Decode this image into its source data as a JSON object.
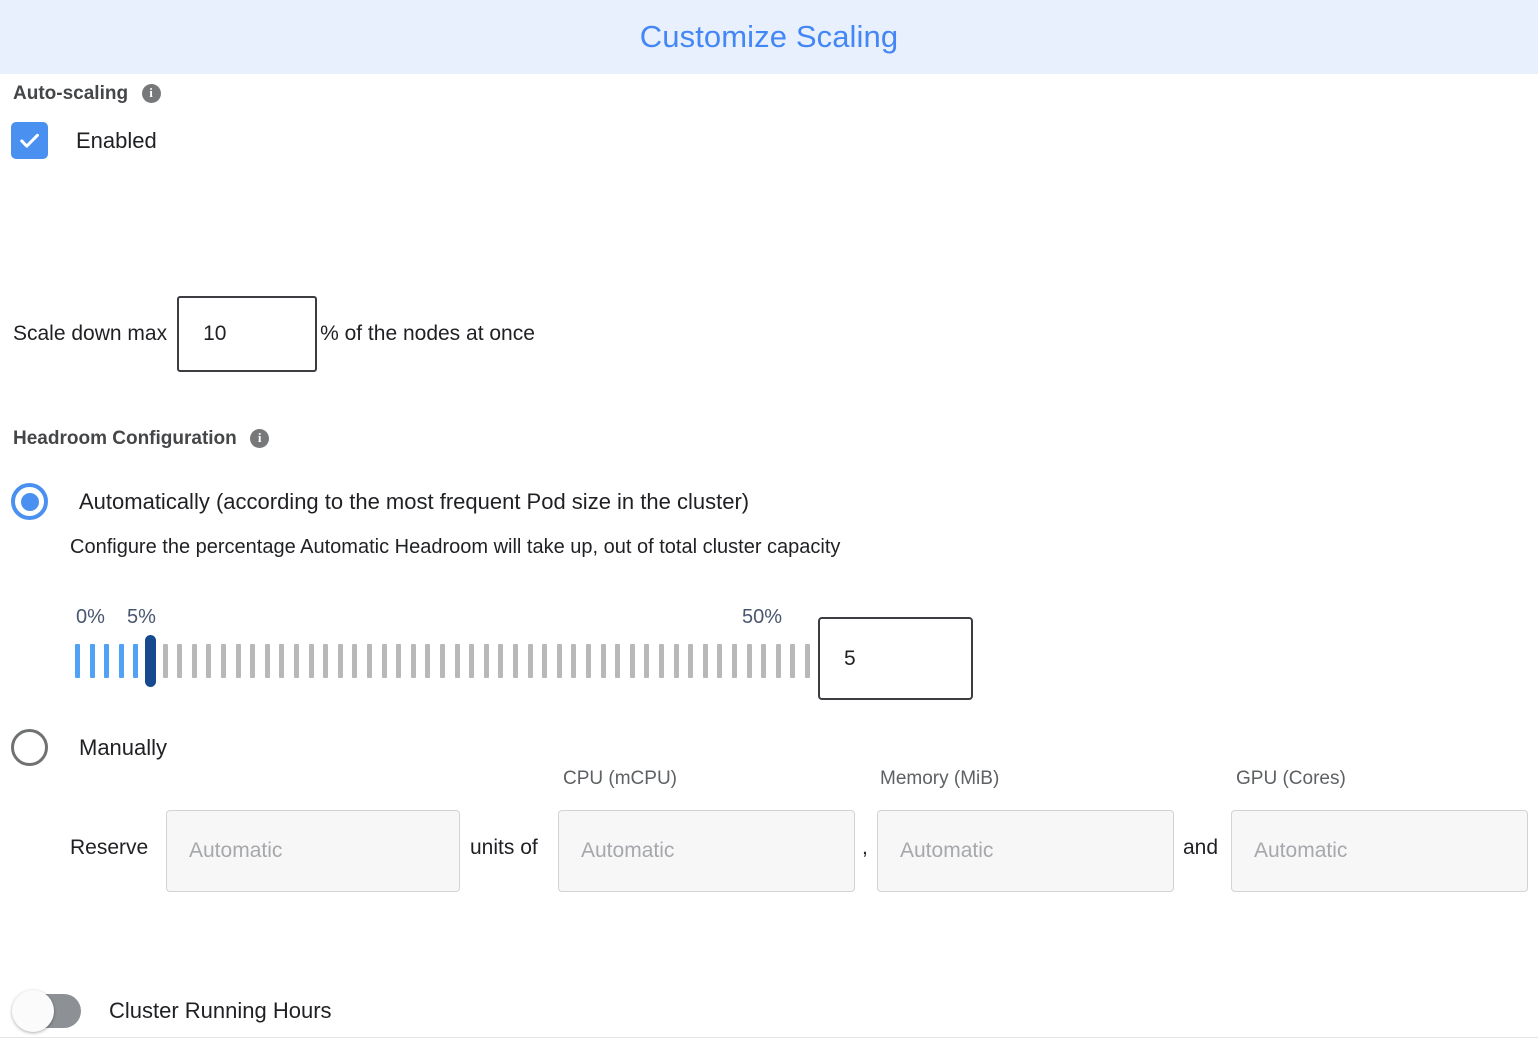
{
  "header": {
    "title": "Customize Scaling",
    "background": "#e9f0fd",
    "title_color": "#4287f5"
  },
  "autoscaling": {
    "section_label": "Auto-scaling",
    "info_icon": "info-icon",
    "info_glyph": "i",
    "enabled_checkbox_label": "Enabled",
    "enabled_checked": true,
    "checkbox_color": "#4a90f0",
    "scale_down": {
      "prefix_label": "Scale down max",
      "value": "10",
      "suffix_label": "% of the nodes at once"
    }
  },
  "headroom": {
    "section_label": "Headroom Configuration",
    "info_glyph": "i",
    "option_automatic": {
      "label": "Automatically (according to the most frequent Pod size in the cluster)",
      "selected": true,
      "description": "Configure the percentage Automatic Headroom will take up, out of total cluster capacity"
    },
    "slider": {
      "min_label": "0%",
      "current_label": "5%",
      "max_label": "50%",
      "min": 0,
      "max": 50,
      "value": 5,
      "tick_count": 51,
      "filled_color": "#51a2f5",
      "empty_color": "#b8b8b8",
      "thumb_color": "#17498f",
      "label_color": "#49566f",
      "value_input": "5"
    },
    "option_manual": {
      "label": "Manually",
      "selected": false
    },
    "manual_fields": {
      "reserve_label": "Reserve",
      "units_of_label": "units of",
      "comma_label": ",",
      "and_label": "and",
      "units_placeholder": "Automatic",
      "columns": [
        {
          "header": "CPU (mCPU)",
          "placeholder": "Automatic",
          "value": ""
        },
        {
          "header": "Memory (MiB)",
          "placeholder": "Automatic",
          "value": ""
        },
        {
          "header": "GPU (Cores)",
          "placeholder": "Automatic",
          "value": ""
        }
      ]
    }
  },
  "cluster_running_hours": {
    "label": "Cluster Running Hours",
    "enabled": false,
    "track_color": "#8d9094"
  }
}
